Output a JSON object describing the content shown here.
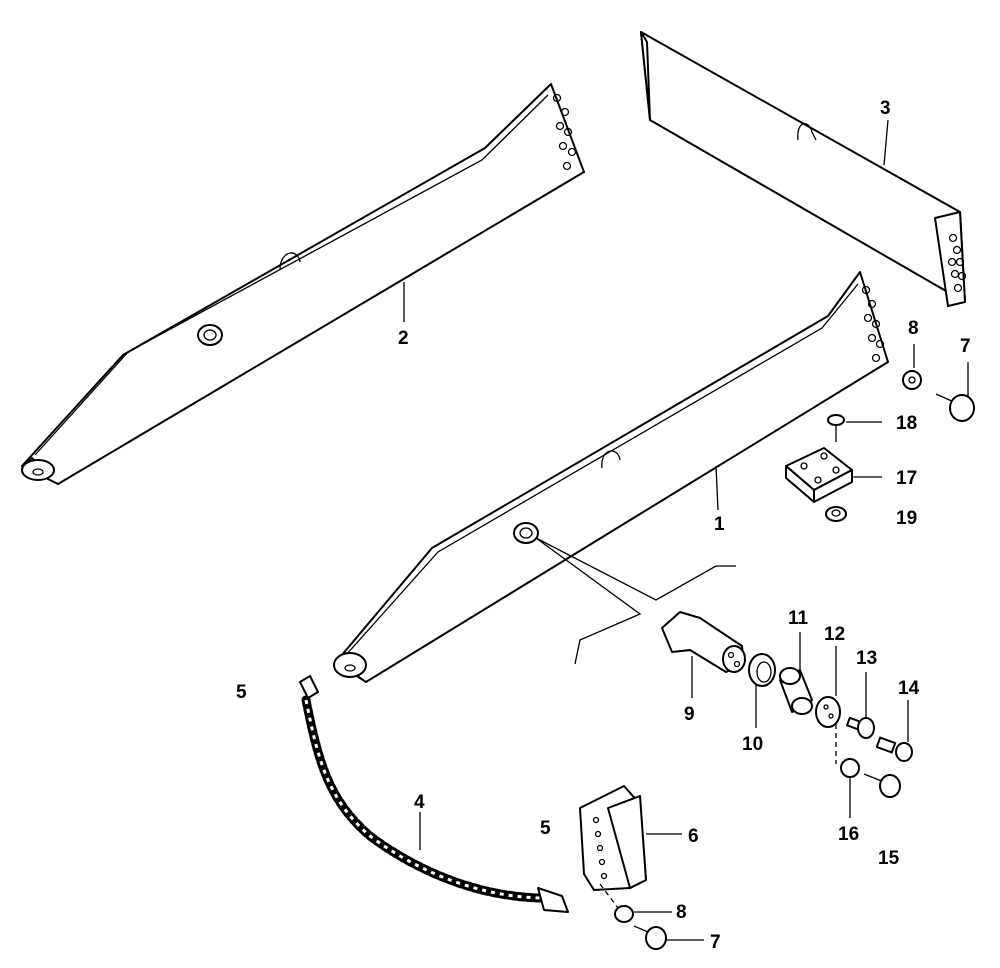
{
  "callouts": {
    "c1": "1",
    "c2": "2",
    "c3": "3",
    "c4": "4",
    "c5a": "5",
    "c5b": "5",
    "c6": "6",
    "c7a": "7",
    "c7b": "7",
    "c8a": "8",
    "c8b": "8",
    "c9": "9",
    "c10": "10",
    "c11": "11",
    "c12": "12",
    "c13": "13",
    "c14": "14",
    "c15": "15",
    "c16": "16",
    "c17": "17",
    "c18": "18",
    "c19": "19"
  }
}
